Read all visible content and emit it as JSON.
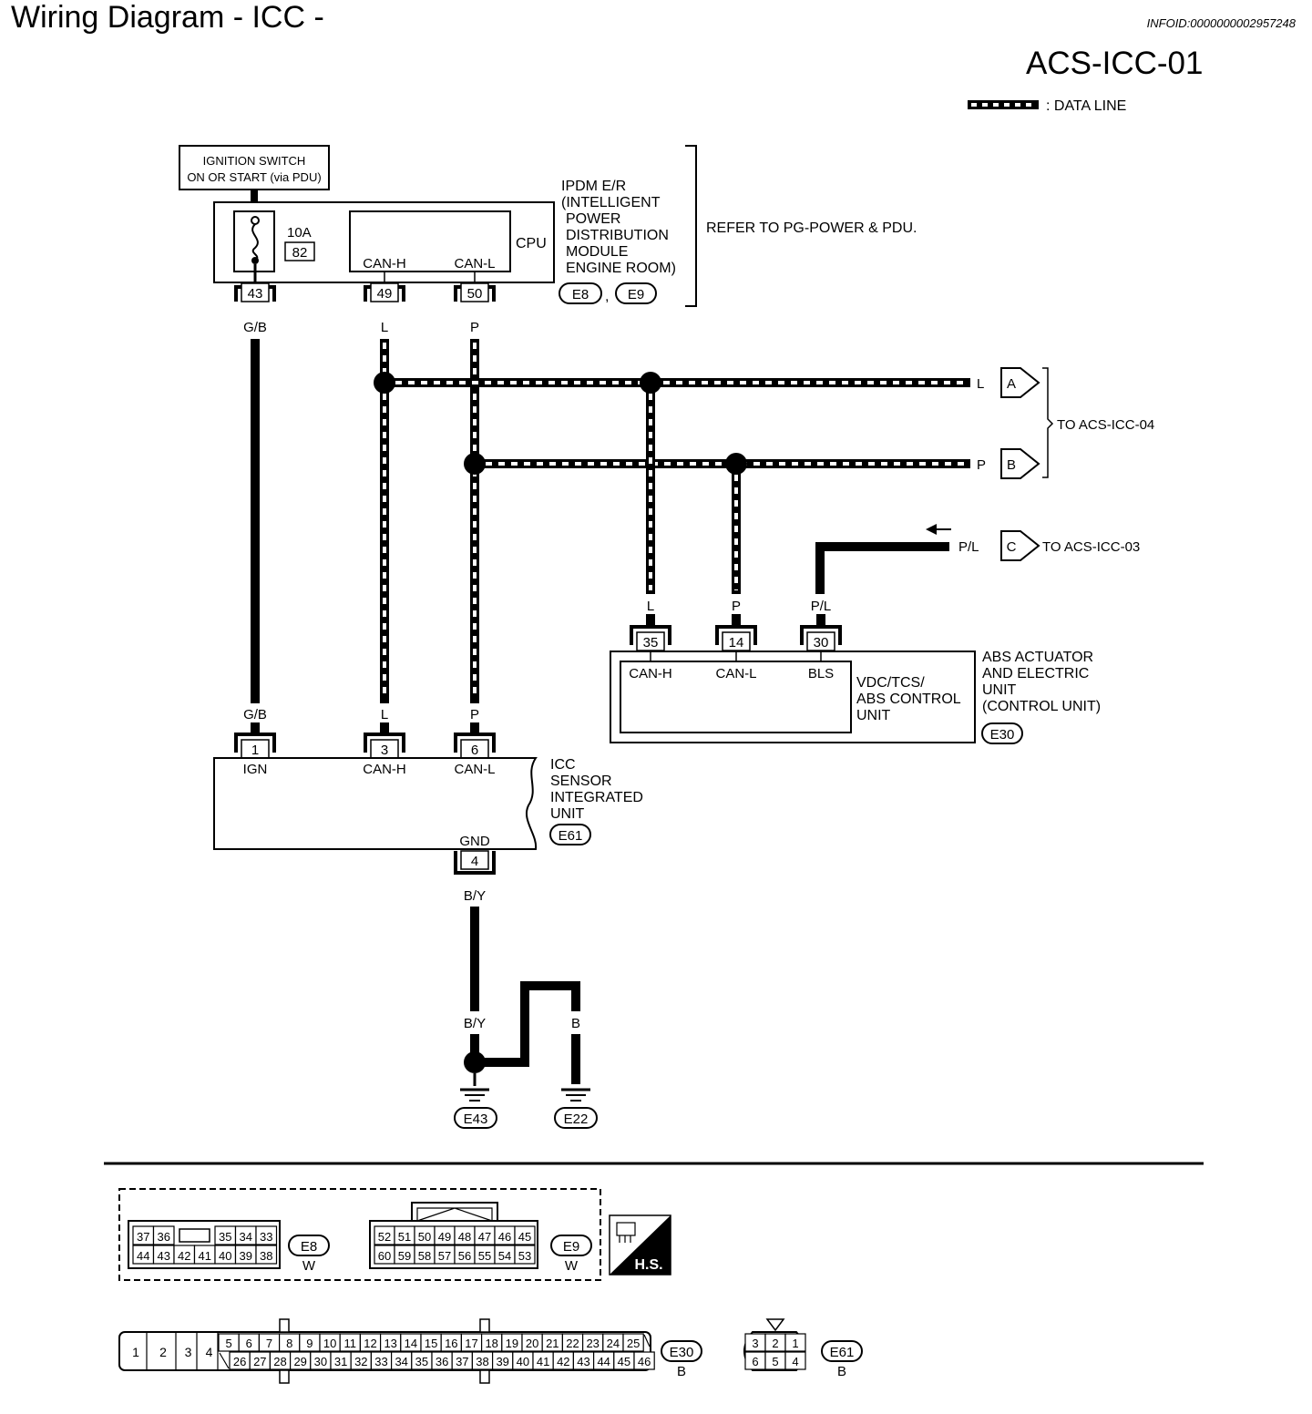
{
  "title": "Wiring Diagram - ICC -",
  "infoid": "INFOID:0000000002957248",
  "code": "ACS-ICC-01",
  "legend": ": DATA LINE",
  "ignition": {
    "line1": "IGNITION SWITCH",
    "line2": "ON OR START (via PDU)"
  },
  "fuse": {
    "amp": "10A",
    "num": "82"
  },
  "ipdm": {
    "cpu": "CPU",
    "can_h": "CAN-H",
    "can_l": "CAN-L",
    "name": [
      "IPDM E/R",
      "(INTELLIGENT",
      "POWER",
      "DISTRIBUTION",
      "MODULE",
      "ENGINE ROOM)"
    ],
    "conn1": "E8",
    "sep": ",",
    "conn2": "E9",
    "refer": "REFER TO PG-POWER & PDU.",
    "pins": [
      "43",
      "49",
      "50"
    ]
  },
  "wires": {
    "gb": "G/B",
    "l": "L",
    "p": "P",
    "pl": "P/L",
    "by": "B/Y",
    "b": "B"
  },
  "connectors": {
    "a": "A",
    "b": "B",
    "c": "C",
    "to04": "TO ACS-ICC-04",
    "to03": "TO ACS-ICC-03"
  },
  "abs": {
    "pins": [
      "35",
      "14",
      "30"
    ],
    "can_h": "CAN-H",
    "can_l": "CAN-L",
    "bls": "BLS",
    "inner": [
      "VDC/TCS/",
      "ABS CONTROL",
      "UNIT"
    ],
    "name": [
      "ABS ACTUATOR",
      "AND ELECTRIC",
      "UNIT",
      "(CONTROL UNIT)"
    ],
    "conn": "E30"
  },
  "icc": {
    "pins": [
      "1",
      "3",
      "6"
    ],
    "ign": "IGN",
    "can_h": "CAN-H",
    "can_l": "CAN-L",
    "gnd": "GND",
    "gnd_pin": "4",
    "name": [
      "ICC",
      "SENSOR",
      "INTEGRATED",
      "UNIT"
    ],
    "conn": "E61"
  },
  "grounds": [
    "E43",
    "E22"
  ],
  "connector_views": {
    "e8": {
      "id": "E8",
      "color": "W",
      "top": [
        "37",
        "36",
        "",
        "35",
        "34",
        "33"
      ],
      "bottom": [
        "44",
        "43",
        "42",
        "41",
        "40",
        "39",
        "38"
      ]
    },
    "e9": {
      "id": "E9",
      "color": "W",
      "top": [
        "52",
        "51",
        "50",
        "49",
        "48",
        "47",
        "46",
        "45"
      ],
      "bottom": [
        "60",
        "59",
        "58",
        "57",
        "56",
        "55",
        "54",
        "53"
      ]
    },
    "hs": "H.S.",
    "e30": {
      "id": "E30",
      "color": "B",
      "big": [
        "1",
        "2",
        "3",
        "4"
      ],
      "top": [
        "5",
        "6",
        "7",
        "8",
        "9",
        "10",
        "11",
        "12",
        "13",
        "14",
        "15",
        "16",
        "17",
        "18",
        "19",
        "20",
        "21",
        "22",
        "23",
        "24",
        "25"
      ],
      "bottom": [
        "26",
        "27",
        "28",
        "29",
        "30",
        "31",
        "32",
        "33",
        "34",
        "35",
        "36",
        "37",
        "38",
        "39",
        "40",
        "41",
        "42",
        "43",
        "44",
        "45",
        "46"
      ]
    },
    "e61": {
      "id": "E61",
      "color": "B",
      "top": [
        "3",
        "2",
        "1"
      ],
      "bottom": [
        "6",
        "5",
        "4"
      ]
    }
  }
}
